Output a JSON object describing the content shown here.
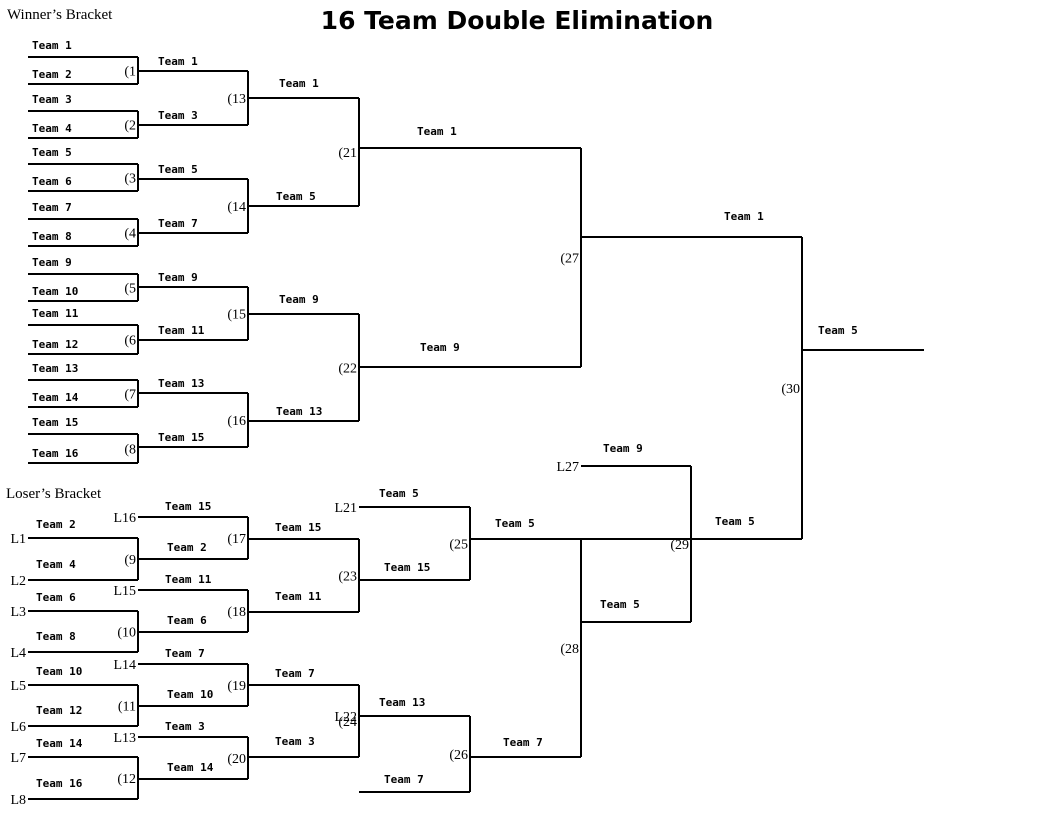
{
  "title": "16 Team Double Elimination",
  "winners_label": "Winner’s Bracket",
  "losers_label": "Loser’s Bracket",
  "winners": {
    "round1_teams": [
      "Team 1",
      "Team 2",
      "Team 3",
      "Team 4",
      "Team 5",
      "Team 6",
      "Team 7",
      "Team 8",
      "Team 9",
      "Team 10",
      "Team 11",
      "Team 12",
      "Team 13",
      "Team 14",
      "Team 15",
      "Team 16"
    ],
    "round1_games": [
      "(1",
      "(2",
      "(3",
      "(4",
      "(5",
      "(6",
      "(7",
      "(8"
    ],
    "round2_teams": [
      "Team 1",
      "Team 3",
      "Team 5",
      "Team 7",
      "Team 9",
      "Team 11",
      "Team 13",
      "Team 15"
    ],
    "round2_games": [
      "(13",
      "(14",
      "(15",
      "(16"
    ],
    "round3_teams": [
      "Team 1",
      "Team 5",
      "Team 9",
      "Team 13"
    ],
    "round3_games": [
      "(21",
      "(22"
    ],
    "round4_teams": [
      "Team 1",
      "Team 9"
    ],
    "round4_game": "(27",
    "final_top_team": "Team 1",
    "final_game": "(30",
    "champion": "Team 5"
  },
  "losers": {
    "seeds": [
      "L1",
      "L2",
      "L3",
      "L4",
      "L5",
      "L6",
      "L7",
      "L8"
    ],
    "round1_teams": [
      "Team 2",
      "Team 4",
      "Team 6",
      "Team 8",
      "Team 10",
      "Team 12",
      "Team 14",
      "Team 16"
    ],
    "round1_games": [
      "(9",
      "(10",
      "(11",
      "(12"
    ],
    "drop_sources_r2": [
      "L16",
      "L15",
      "L14",
      "L13"
    ],
    "round2_top_teams": [
      "Team 15",
      "Team 11",
      "Team 7",
      "Team 3"
    ],
    "round2_bottom_teams": [
      "Team 2",
      "Team 6",
      "Team 10",
      "Team 14"
    ],
    "round2_games": [
      "(17",
      "(18",
      "(19",
      "(20"
    ],
    "round3_teams": [
      "Team 15",
      "Team 11",
      "Team 7",
      "Team 3"
    ],
    "round3_games": [
      "(23",
      "(24"
    ],
    "drop_sources_r4": [
      "L21",
      "L22"
    ],
    "round4_top_teams": [
      "Team 5",
      "Team 13"
    ],
    "round4_bottom_teams": [
      "Team 15",
      "Team 7"
    ],
    "round4_games": [
      "(25",
      "(26"
    ],
    "round5_teams": [
      "Team 5",
      "Team 7"
    ],
    "round5_game": "(28",
    "drop_source_final": "L27",
    "round6_top_team": "Team 9",
    "round6_bottom_team": "Team 5",
    "round6_game": "(29",
    "final_bottom_team": "Team 5"
  }
}
